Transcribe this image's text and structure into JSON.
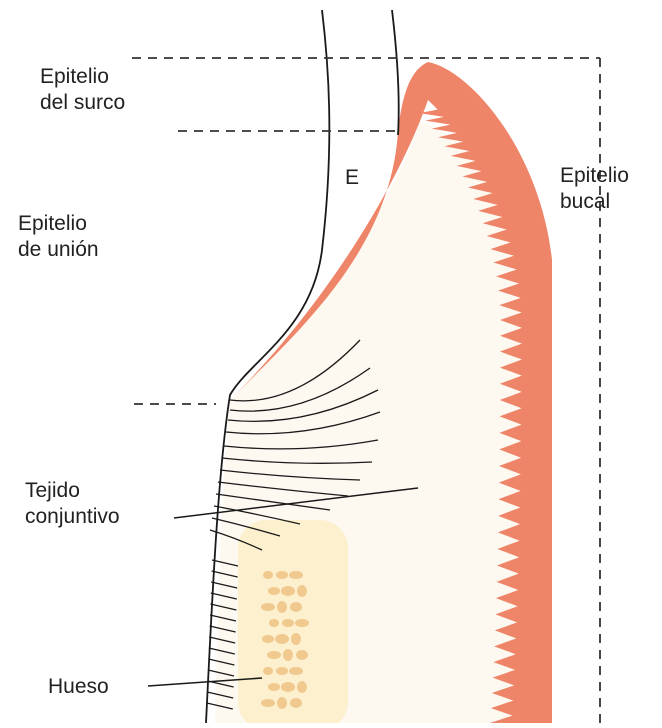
{
  "labels": {
    "sulcular_epithelium": [
      "Epitelio",
      "del surco"
    ],
    "junctional_epithelium": [
      "Epitelio",
      "de unión"
    ],
    "oral_epithelium": [
      "Epitelio",
      "bucal"
    ],
    "enamel": "E",
    "connective_tissue": [
      "Tejido",
      "conjuntivo"
    ],
    "bone": "Hueso"
  },
  "colors": {
    "epithelium": "#ee8468",
    "connective_tissue": "#fdf8f0",
    "bone_marrow": "#fdf0cf",
    "bone_trabeculae": "#f0c98e",
    "outline": "#1a1a1a"
  }
}
